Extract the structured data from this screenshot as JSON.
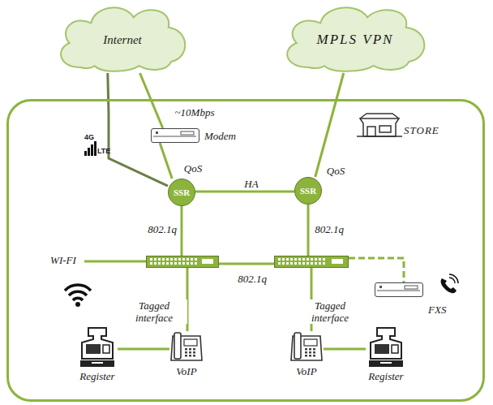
{
  "diagram": {
    "nodes": [
      {
        "text": [
          "Internet"
        ]
      },
      {
        "text": [
          "MPLS VPN"
        ]
      },
      {
        "text": [
          "STORE"
        ]
      },
      {
        "text": [
          "Modem"
        ],
        "in": 2
      },
      {
        "text": [
          "SSR"
        ],
        "in": 2
      },
      {
        "text": [
          "SSR"
        ],
        "in": 2
      },
      {
        "text": [],
        "in": 2
      },
      {
        "text": [],
        "in": 2
      },
      {
        "text": [
          "FXS"
        ],
        "in": 2
      },
      {
        "text": [
          "Register"
        ],
        "in": 2
      },
      {
        "text": [
          "VoIP"
        ],
        "in": 2
      },
      {
        "text": [
          "VoIP"
        ],
        "in": 2
      },
      {
        "text": [
          "Register"
        ],
        "in": 2
      }
    ],
    "edges": [
      {
        "from": 0,
        "to": 3,
        "arrow": "none",
        "label": "~10Mbps"
      },
      {
        "from": 3,
        "to": 4,
        "arrow": "none",
        "label": "QoS"
      },
      {
        "from": 0,
        "to": 4,
        "arrow": "none"
      },
      {
        "from": 1,
        "to": 5,
        "arrow": "none",
        "label": "QoS"
      },
      {
        "from": 4,
        "to": 5,
        "arrow": "none",
        "label": "HA"
      },
      {
        "from": 4,
        "to": 6,
        "arrow": "none",
        "label": "802.1q"
      },
      {
        "from": 5,
        "to": 7,
        "arrow": "none",
        "label": "802.1q"
      },
      {
        "from": 6,
        "to": 7,
        "arrow": "none",
        "label": "802.1q"
      },
      {
        "from": 7,
        "to": 8,
        "arrow": "none"
      },
      {
        "from": 6,
        "to": 10,
        "arrow": "none",
        "label": "Tagged interface"
      },
      {
        "from": 10,
        "to": 9,
        "arrow": "none"
      },
      {
        "from": 7,
        "to": 11,
        "arrow": "none",
        "label": "Tagged interface"
      },
      {
        "from": 11,
        "to": 12,
        "arrow": "none"
      }
    ],
    "labels": [
      "4G",
      "LTE",
      "WI-FI"
    ]
  }
}
